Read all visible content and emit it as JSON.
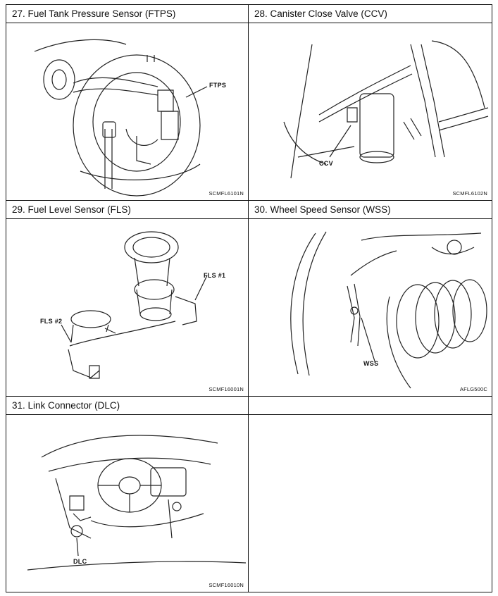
{
  "cells": [
    {
      "title": "27.  Fuel Tank Pressure Sensor (FTPS)",
      "code": "SCMFL6101N",
      "callouts": [
        "FTPS"
      ]
    },
    {
      "title": "28.  Canister Close Valve (CCV)",
      "code": "SCMFL6102N",
      "callouts": [
        "CCV"
      ]
    },
    {
      "title": "29.  Fuel Level Sensor (FLS)",
      "code": "SCMF16001N",
      "callouts": [
        "FLS #1",
        "FLS #2"
      ]
    },
    {
      "title": "30.  Wheel Speed Sensor (WSS)",
      "code": "AFLG500C",
      "callouts": [
        "WSS"
      ]
    },
    {
      "title": "31.  Link Connector (DLC)",
      "code": "SCMF16010N",
      "callouts": [
        "DLC"
      ]
    },
    {
      "title": "",
      "code": "",
      "callouts": []
    }
  ]
}
